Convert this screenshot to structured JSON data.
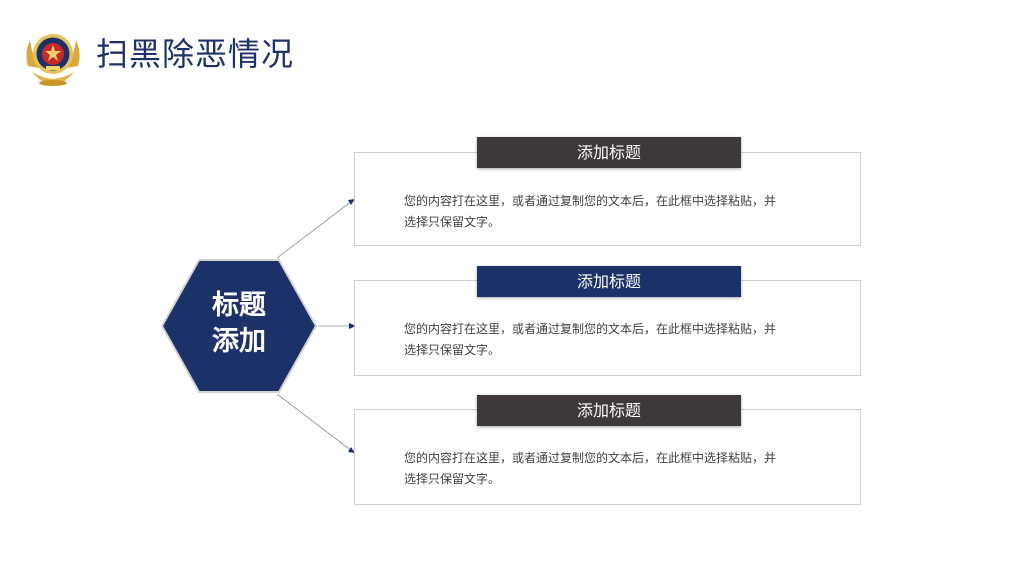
{
  "header": {
    "title": "扫黑除恶情况",
    "emblem": "police-emblem"
  },
  "center": {
    "line1": "标题",
    "line2": "添加"
  },
  "cards": [
    {
      "title": "添加标题",
      "text_line1": "您的内容打在这里，或者通过复制您的文本后，在此框中选择粘贴，并",
      "text_line2": "选择只保留文字。"
    },
    {
      "title": "添加标题",
      "text_line1": "您的内容打在这里，或者通过复制您的文本后，在此框中选择粘贴，并",
      "text_line2": "选择只保留文字。"
    },
    {
      "title": "添加标题",
      "text_line1": "您的内容打在这里，或者通过复制您的文本后，在此框中选择粘贴，并",
      "text_line2": "选择只保留文字。"
    }
  ],
  "colors": {
    "navy": "#1c3168",
    "dark_tag": "#3e3838",
    "gold": "#d8a93a",
    "red": "#c8282a",
    "border": "#cfcfcf"
  }
}
